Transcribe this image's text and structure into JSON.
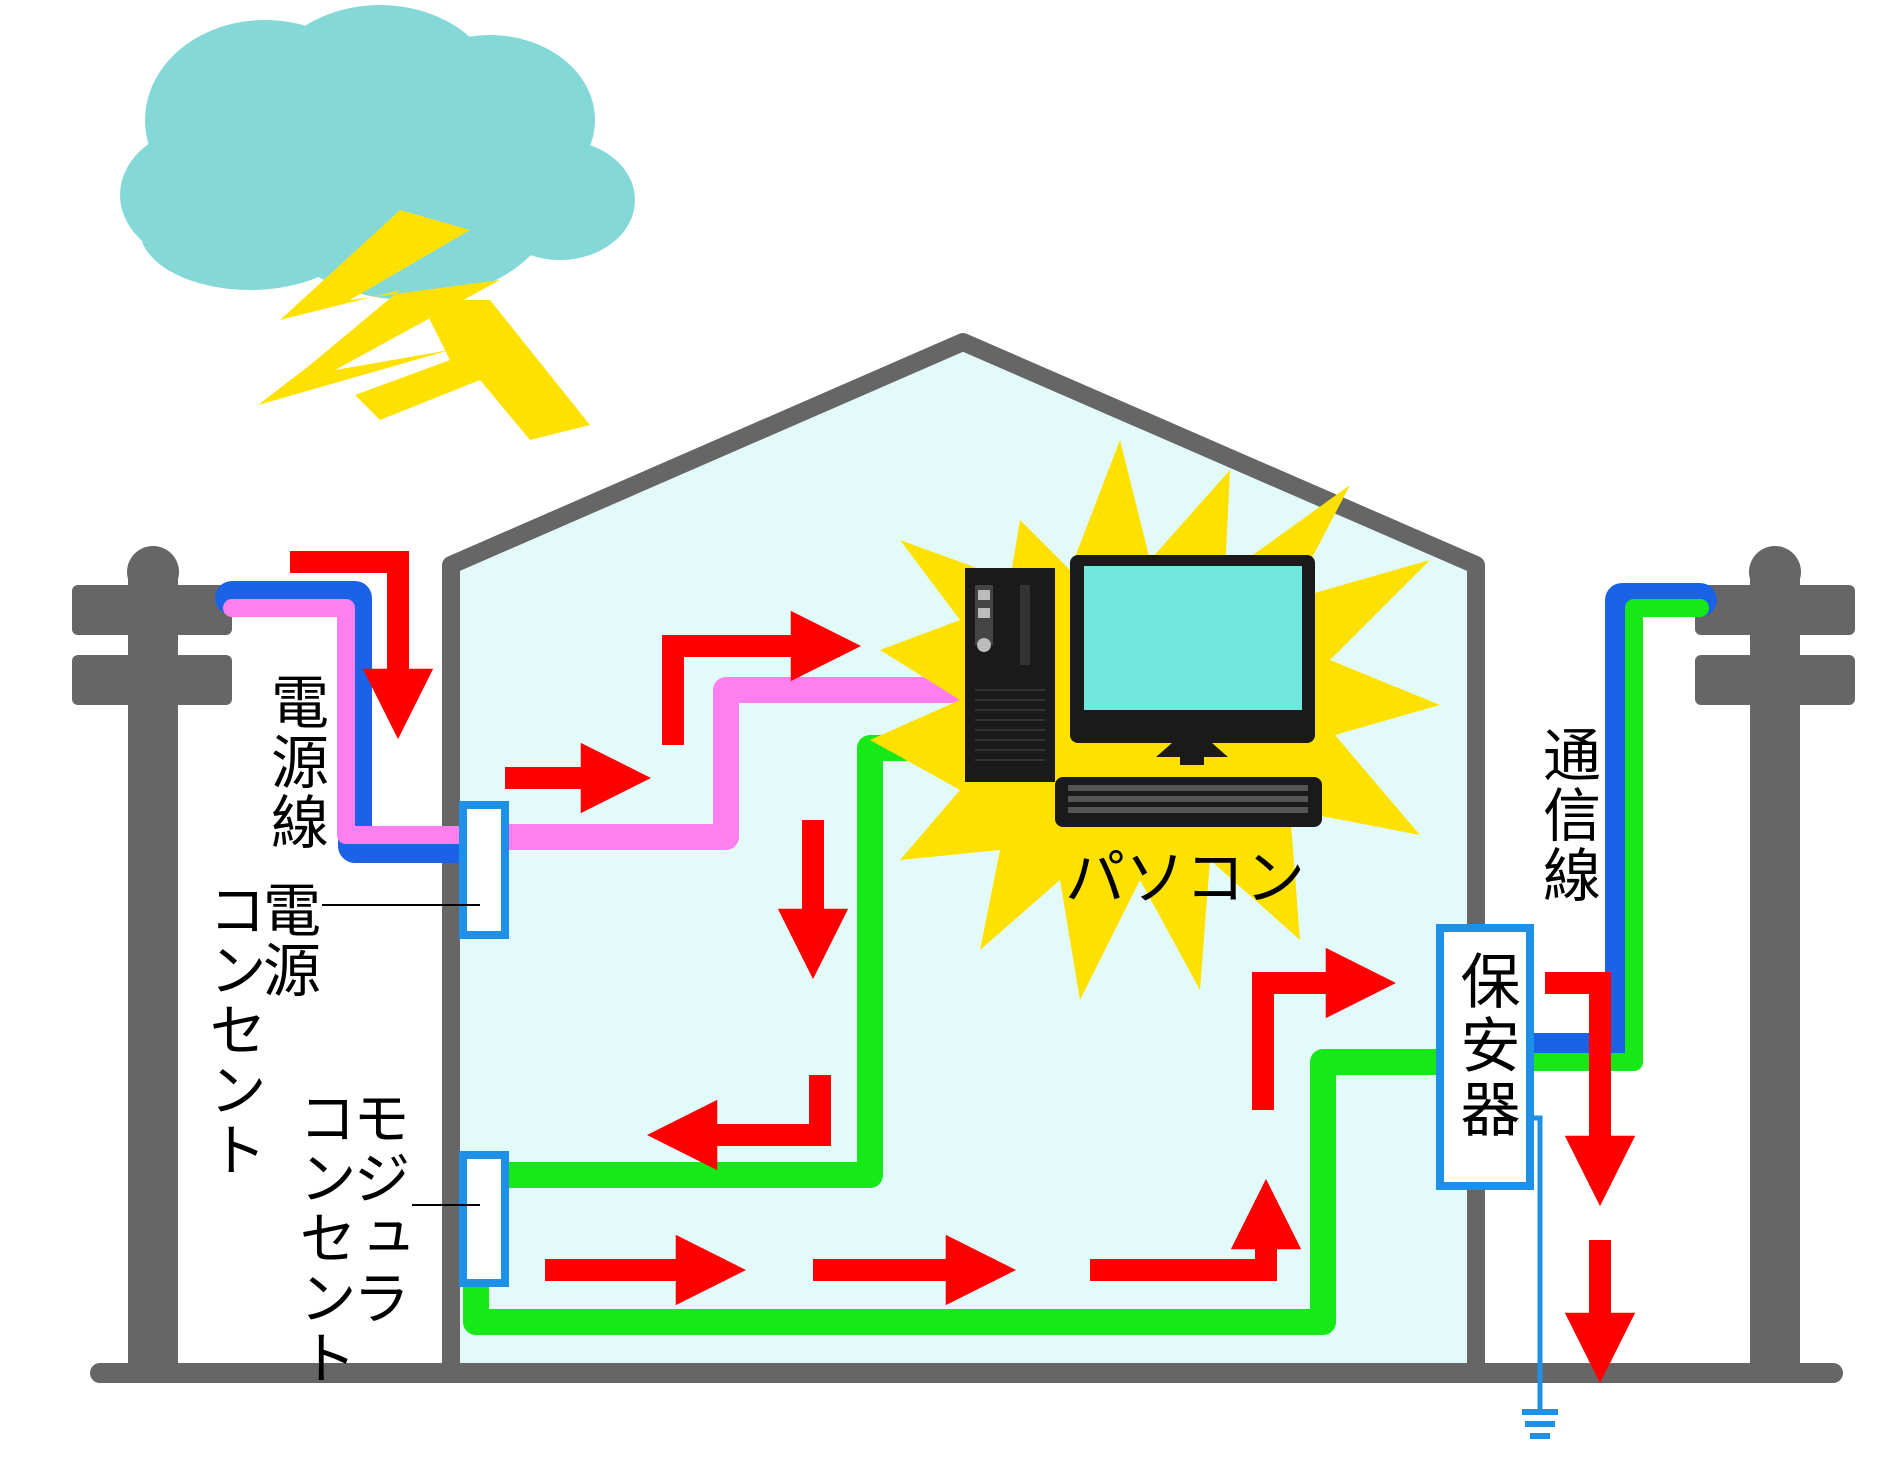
{
  "labels": {
    "power_line": "電源線",
    "power_outlet_1": "電源",
    "power_outlet_2": "コンセント",
    "modular_outlet_1": "モジュラ",
    "modular_outlet_2": "コンセント",
    "pc": "パソコン",
    "telecom_line": "通信線",
    "protector": "保安器"
  },
  "colors": {
    "sky_cloud": "#85d8d8",
    "lightning": "#ffe100",
    "house_outline": "#666666",
    "house_fill": "#e2fafa",
    "pole": "#666666",
    "surge_arrow": "#ff0000",
    "power_wire_pink": "#ff7fef",
    "power_wire_blue": "#1c62e6",
    "telecom_wire_green": "#17e817",
    "outlet_border": "#1e90e8",
    "ground_wire": "#1e90e8",
    "monitor_screen": "#6fe7dc",
    "computer_body": "#1a1a1a"
  },
  "icons": [
    "cloud-icon",
    "lightning-icon",
    "computer-icon",
    "burst-icon",
    "ground-icon"
  ]
}
